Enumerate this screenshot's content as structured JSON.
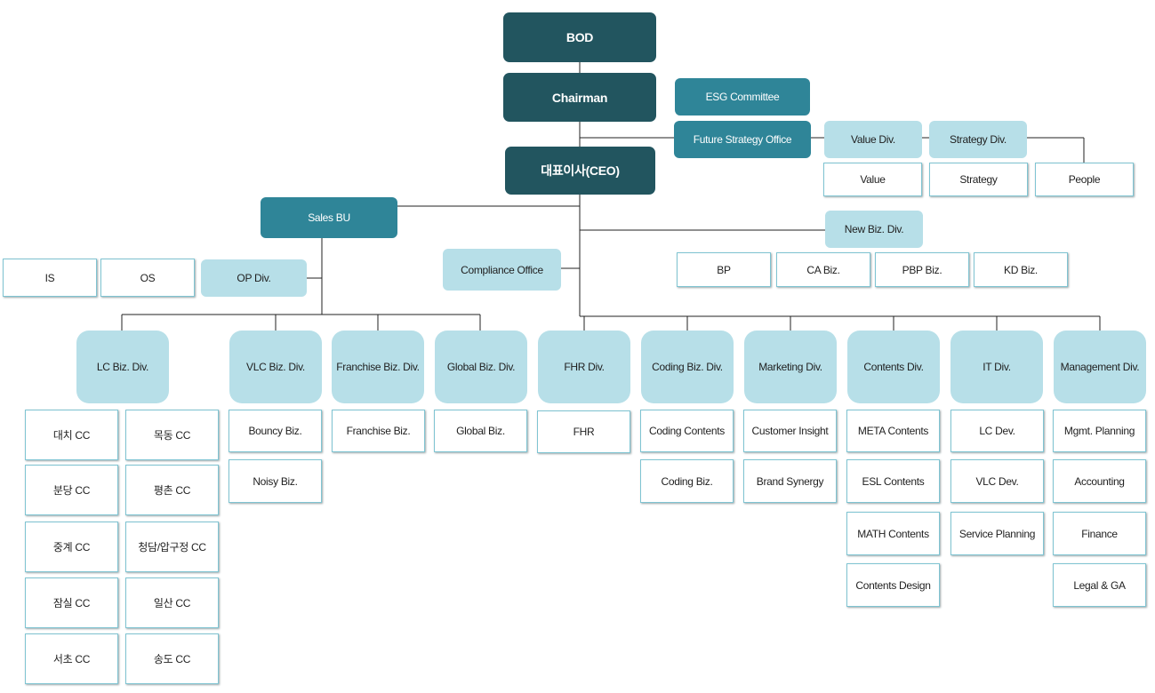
{
  "top": {
    "bod": "BOD",
    "chairman": "Chairman",
    "ceo": "대표이사(CEO)",
    "esg": "ESG Committee",
    "future_strategy": "Future Strategy Office"
  },
  "strategy_group": {
    "value_div": "Value Div.",
    "strategy_div": "Strategy Div.",
    "value": "Value",
    "strategy": "Strategy",
    "people": "People"
  },
  "new_biz": {
    "title": "New Biz. Div.",
    "units": [
      "BP",
      "CA Biz.",
      "PBP Biz.",
      "KD Biz."
    ]
  },
  "sales": {
    "bu": "Sales BU",
    "is": "IS",
    "os": "OS",
    "op_div": "OP Div."
  },
  "compliance": "Compliance Office",
  "divisions": [
    {
      "name": "LC Biz. Div.",
      "units": [
        "대치 CC",
        "목동 CC",
        "분당 CC",
        "평촌 CC",
        "중계 CC",
        "청담/압구정 CC",
        "잠실 CC",
        "일산 CC",
        "서초 CC",
        "송도 CC"
      ]
    },
    {
      "name": "VLC Biz. Div.",
      "units": [
        "Bouncy Biz.",
        "Noisy Biz."
      ]
    },
    {
      "name": "Franchise Biz. Div.",
      "units": [
        "Franchise Biz."
      ]
    },
    {
      "name": "Global Biz. Div.",
      "units": [
        "Global Biz."
      ]
    },
    {
      "name": "FHR Div.",
      "units": [
        "FHR"
      ]
    },
    {
      "name": "Coding Biz. Div.",
      "units": [
        "Coding Contents",
        "Coding Biz."
      ]
    },
    {
      "name": "Marketing Div.",
      "units": [
        "Customer Insight",
        "Brand Synergy"
      ]
    },
    {
      "name": "Contents Div.",
      "units": [
        "META Contents",
        "ESL Contents",
        "MATH Contents",
        "Contents Design"
      ]
    },
    {
      "name": "IT Div.",
      "units": [
        "LC Dev.",
        "VLC Dev.",
        "Service Planning"
      ]
    },
    {
      "name": "Management Div.",
      "units": [
        "Mgmt. Planning",
        "Accounting",
        "Finance",
        "Legal & GA"
      ]
    }
  ]
}
